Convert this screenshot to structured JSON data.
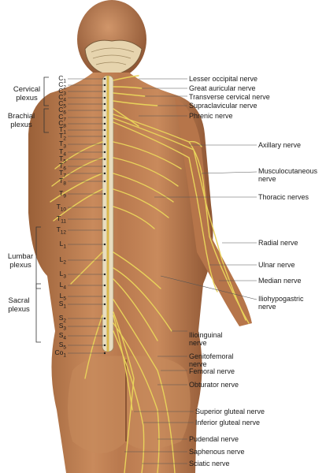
{
  "colors": {
    "skin": "#b9794e",
    "skin_dark": "#8d5533",
    "nerve": "#e8d25a",
    "nerve_outline": "#b8982c",
    "bone": "#e8dcc0",
    "leader": "#555555"
  },
  "plexus_labels": {
    "cervical": [
      "Cervical",
      "plexus"
    ],
    "brachial": [
      "Brachial",
      "plexus"
    ],
    "lumbar": [
      "Lumbar",
      "plexus"
    ],
    "sacral": [
      "Sacral",
      "plexus"
    ]
  },
  "segments": [
    {
      "main": "C",
      "sub": "1"
    },
    {
      "main": "C",
      "sub": "2"
    },
    {
      "main": "C",
      "sub": "3"
    },
    {
      "main": "C",
      "sub": "4"
    },
    {
      "main": "C",
      "sub": "5"
    },
    {
      "main": "C",
      "sub": "6"
    },
    {
      "main": "C",
      "sub": "7"
    },
    {
      "main": "C",
      "sub": "8"
    },
    {
      "main": "T",
      "sub": "1"
    },
    {
      "main": "T",
      "sub": "2"
    },
    {
      "main": "T",
      "sub": "3"
    },
    {
      "main": "T",
      "sub": "4"
    },
    {
      "main": "T",
      "sub": "5"
    },
    {
      "main": "T",
      "sub": "6"
    },
    {
      "main": "T",
      "sub": "7"
    },
    {
      "main": "T",
      "sub": "8"
    },
    {
      "main": "T",
      "sub": "9"
    },
    {
      "main": "T",
      "sub": "10"
    },
    {
      "main": "T",
      "sub": "11"
    },
    {
      "main": "T",
      "sub": "12"
    },
    {
      "main": "L",
      "sub": "1"
    },
    {
      "main": "L",
      "sub": "2"
    },
    {
      "main": "L",
      "sub": "3"
    },
    {
      "main": "L",
      "sub": "4"
    },
    {
      "main": "L",
      "sub": "5"
    },
    {
      "main": "S",
      "sub": "1"
    },
    {
      "main": "S",
      "sub": "2"
    },
    {
      "main": "S",
      "sub": "3"
    },
    {
      "main": "S",
      "sub": "4"
    },
    {
      "main": "S",
      "sub": "5"
    },
    {
      "main": "Co",
      "sub": "1"
    }
  ],
  "nerve_labels": {
    "lesser_occipital": "Lesser occipital nerve",
    "great_auricular": "Great auricular nerve",
    "transverse_cervical": "Transverse cervical nerve",
    "supraclavicular": "Supraclavicular nerve",
    "phrenic": "Phrenic nerve",
    "axillary": "Axillary nerve",
    "musculocutaneous": [
      "Musculocutaneous",
      "nerve"
    ],
    "thoracic": "Thoracic nerves",
    "radial": "Radial nerve",
    "ulnar": "Ulnar nerve",
    "median": "Median nerve",
    "iliohypogastric": [
      "Iliohypogastric",
      "nerve"
    ],
    "ilioinguinal": [
      "Ilioinguinal",
      "nerve"
    ],
    "genitofemoral": [
      "Genitofemoral",
      "nerve"
    ],
    "femoral": "Femoral nerve",
    "obturator": "Obturator nerve",
    "superior_gluteal": "Superior gluteal nerve",
    "inferior_gluteal": "Inferior gluteal nerve",
    "pudendal": "Pudendal nerve",
    "saphenous": "Saphenous nerve",
    "sciatic": "Sciatic nerve"
  }
}
